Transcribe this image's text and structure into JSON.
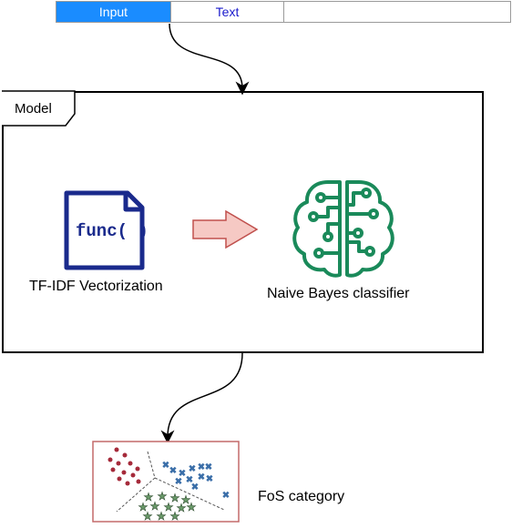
{
  "input_table": {
    "input_label": "Input",
    "text_label": "Text",
    "empty_cell": ""
  },
  "model": {
    "title": "Model",
    "function_icon_text": "func( )",
    "vectorization_label": "TF-IDF Vectorization",
    "classifier_label": "Naive Bayes classifier"
  },
  "output": {
    "label": "FoS category"
  },
  "icons": {
    "function_icon": "function-document-icon",
    "arrow_icon": "right-arrow-icon",
    "brain_icon": "circuit-brain-icon",
    "clusters_icon": "cluster-scatter-icon"
  },
  "colors": {
    "input_header": "#1a8cff",
    "text_header": "#1a1acc",
    "function_icon": "#1a2a8c",
    "arrow_fill": "#f6c9c4",
    "arrow_stroke": "#c0504d",
    "brain": "#1a8a5a",
    "fos_border": "#c46a6a"
  }
}
